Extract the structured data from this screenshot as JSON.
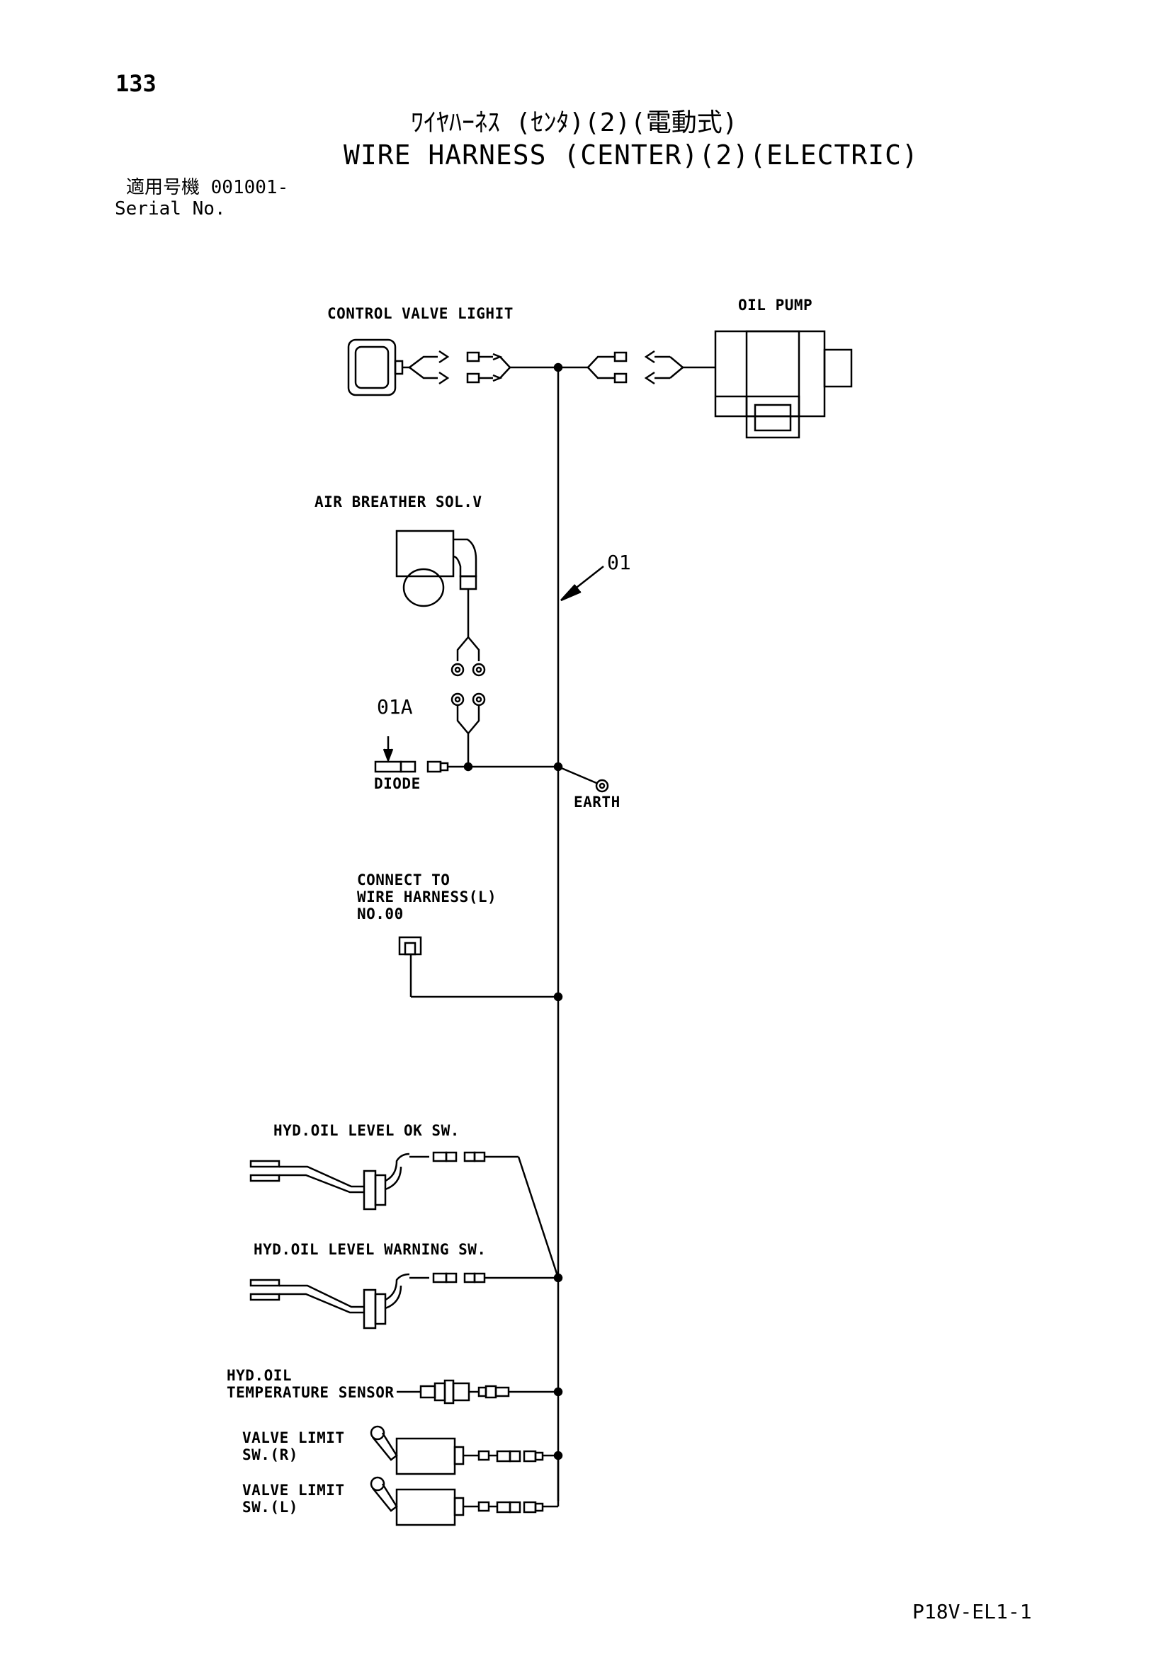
{
  "header": {
    "page_number": "133",
    "title_jp": "ﾜｲﾔﾊｰﾈｽ (ｾﾝﾀ)(2)(電動式)",
    "title_en": "WIRE HARNESS (CENTER)(2)(ELECTRIC)",
    "serial_label_jp": "適用号機 001001-",
    "serial_label_en": "Serial No."
  },
  "components": {
    "control_valve_light": "CONTROL VALVE LIGHIT",
    "oil_pump": "OIL PUMP",
    "air_breather": "AIR BREATHER SOL.V",
    "diode": "DIODE",
    "earth": "EARTH",
    "connect_to": [
      "CONNECT TO",
      "WIRE HARNESS(L)",
      "NO.00"
    ],
    "hyd_oil_level_ok": "HYD.OIL LEVEL OK SW.",
    "hyd_oil_level_warning": "HYD.OIL LEVEL WARNING SW.",
    "hyd_oil_temp": [
      "HYD.OIL",
      "TEMPERATURE SENSOR"
    ],
    "valve_limit_r": [
      "VALVE LIMIT",
      "SW.(R)"
    ],
    "valve_limit_l": [
      "VALVE LIMIT",
      "SW.(L)"
    ]
  },
  "part_codes": {
    "harness": "01",
    "diode": "01A"
  },
  "footer": {
    "drawing_code": "P18V-EL1-1"
  }
}
